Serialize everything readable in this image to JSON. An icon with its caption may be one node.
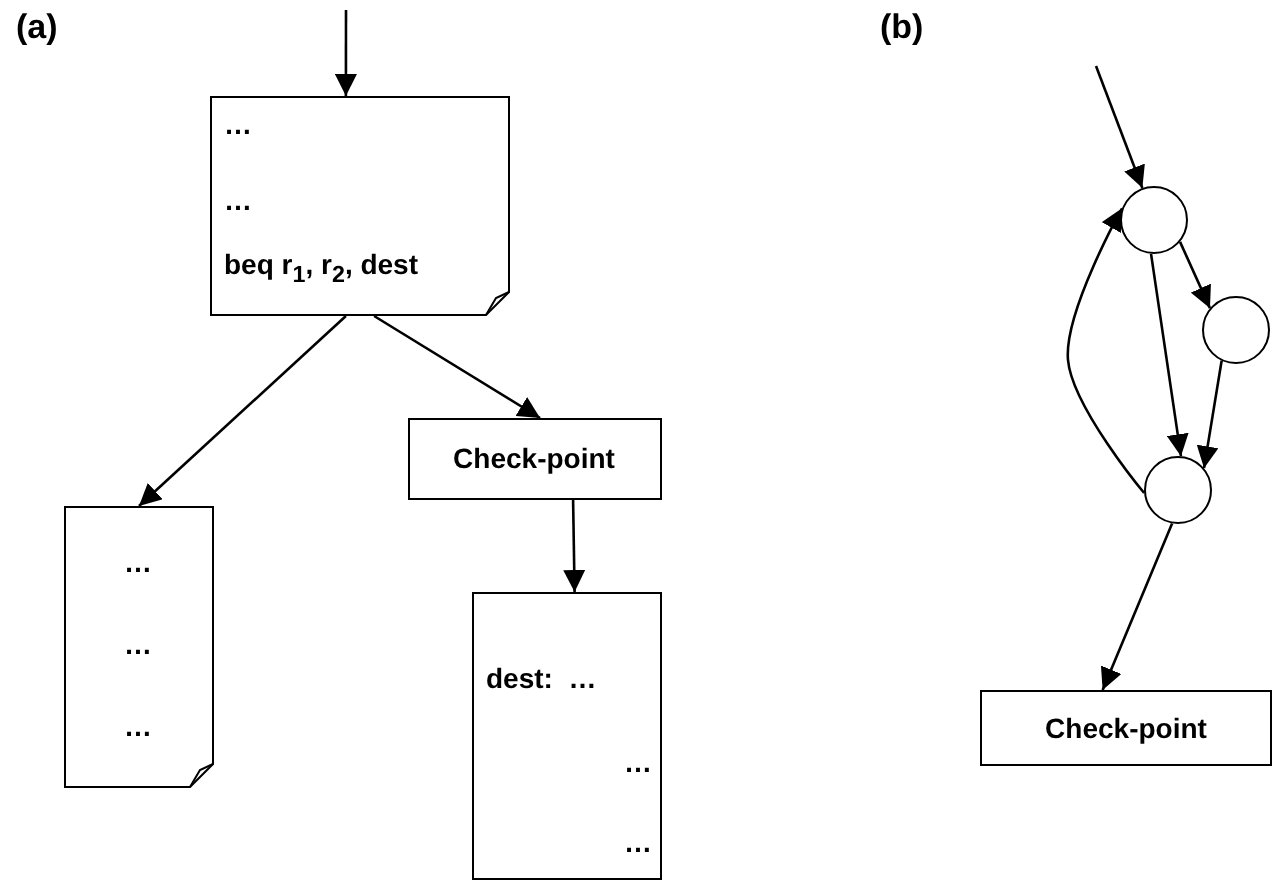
{
  "diagram": {
    "nodes": [
      {
        "text": [
          "…",
          "…",
          "beq r$_{1}$, r$_{2}$, dest"
        ]
      },
      {
        "text": [
          "…",
          "…",
          "…"
        ]
      },
      {
        "text": [
          "Check-point"
        ]
      },
      {
        "text": [
          "dest:  …",
          "…",
          "…"
        ]
      },
      {
        "text": [],
        "shape": "circle"
      },
      {
        "text": [],
        "shape": "circle"
      },
      {
        "text": [],
        "shape": "circle"
      },
      {
        "text": [
          "Check-point"
        ]
      }
    ],
    "edges": [
      {
        "from": null,
        "to": 0,
        "arrow": "to"
      },
      {
        "from": 0,
        "to": 1,
        "arrow": "to"
      },
      {
        "from": 0,
        "to": 2,
        "arrow": "to"
      },
      {
        "from": 2,
        "to": 3,
        "arrow": "to"
      },
      {
        "from": null,
        "to": 4,
        "arrow": "to"
      },
      {
        "from": 4,
        "to": 5,
        "arrow": "to"
      },
      {
        "from": 4,
        "to": 6,
        "arrow": "to"
      },
      {
        "from": 5,
        "to": 6,
        "arrow": "to"
      },
      {
        "from": 6,
        "to": 4,
        "arrow": "to"
      },
      {
        "from": 6,
        "to": 7,
        "arrow": "to"
      }
    ],
    "labels": [
      "(a)",
      "(b)"
    ]
  }
}
